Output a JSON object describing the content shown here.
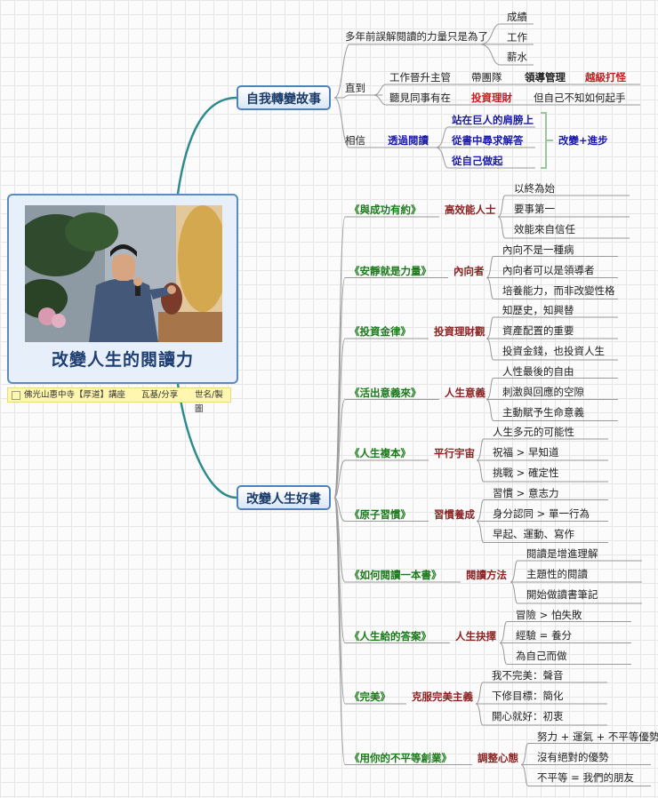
{
  "central": {
    "title": "改變人生的閱讀力",
    "note": {
      "a": "佛光山惠中寺【厚道】講座",
      "b": "瓦基/分享",
      "c": "世名/製圖"
    }
  },
  "story": {
    "title": "自我轉變故事",
    "b1": {
      "label": "多年前誤解閱讀的力量只是為了",
      "items": [
        "成績",
        "工作",
        "薪水"
      ]
    },
    "b2": {
      "label": "直到",
      "r1": [
        "工作晉升主管",
        "帶團隊",
        "領導管理",
        "越級打怪"
      ],
      "r2": [
        "聽見同事有在",
        "投資理財",
        "但自己不知如何起手"
      ]
    },
    "b3": {
      "label": "相信",
      "via": "透過閱讀",
      "items": [
        "站在巨人的肩膀上",
        "從書中尋求解答",
        "從自己做起"
      ],
      "result": "改變+進步"
    }
  },
  "books": {
    "title": "改變人生好書",
    "list": [
      {
        "title": "《與成功有約》",
        "theme": "高效能人士",
        "items": [
          "以終為始",
          "要事第一",
          "效能來自信任"
        ]
      },
      {
        "title": "《安靜就是力量》",
        "theme": "內向者",
        "items": [
          "內向不是一種病",
          "內向者可以是領導者",
          "培養能力，而非改變性格"
        ]
      },
      {
        "title": "《投資金律》",
        "theme": "投資理財觀",
        "items": [
          "知歷史，知興替",
          "資產配置的重要",
          "投資金錢，也投資人生"
        ]
      },
      {
        "title": "《活出意義來》",
        "theme": "人生意義",
        "items": [
          "人性最後的自由",
          "刺激與回應的空隙",
          "主動賦予生命意義"
        ]
      },
      {
        "title": "《人生複本》",
        "theme": "平行宇宙",
        "items": [
          "人生多元的可能性",
          "祝福 > 早知道",
          "挑戰 > 確定性"
        ]
      },
      {
        "title": "《原子習慣》",
        "theme": "習慣養成",
        "items": [
          "習慣 > 意志力",
          "身分認同 > 單一行為",
          "早起、運動、寫作"
        ]
      },
      {
        "title": "《如何閱讀一本書》",
        "theme": "閱讀方法",
        "items": [
          "閱讀是增進理解",
          "主題性的閱讀",
          "開始做讀書筆記"
        ]
      },
      {
        "title": "《人生給的答案》",
        "theme": "人生抉擇",
        "items": [
          "冒險 > 怕失敗",
          "經驗 = 養分",
          "為自己而做"
        ]
      },
      {
        "title": "《完美》",
        "theme": "克服完美主義",
        "items": [
          "我不完美：聲音",
          "下修目標：簡化",
          "開心就好：初衷"
        ]
      },
      {
        "title": "《用你的不平等創業》",
        "theme": "調整心態",
        "items": [
          "努力 + 運氣 + 不平等優勢",
          "沒有絕對的優勢",
          "不平等 = 我們的朋友"
        ]
      }
    ]
  },
  "colors": {
    "line": "#2e8b8b",
    "subline": "#9a9a9a",
    "bracket": "#9bc59b",
    "book": "#1a7a1a",
    "theme": "#8b2323",
    "key": "#c41e1e"
  }
}
